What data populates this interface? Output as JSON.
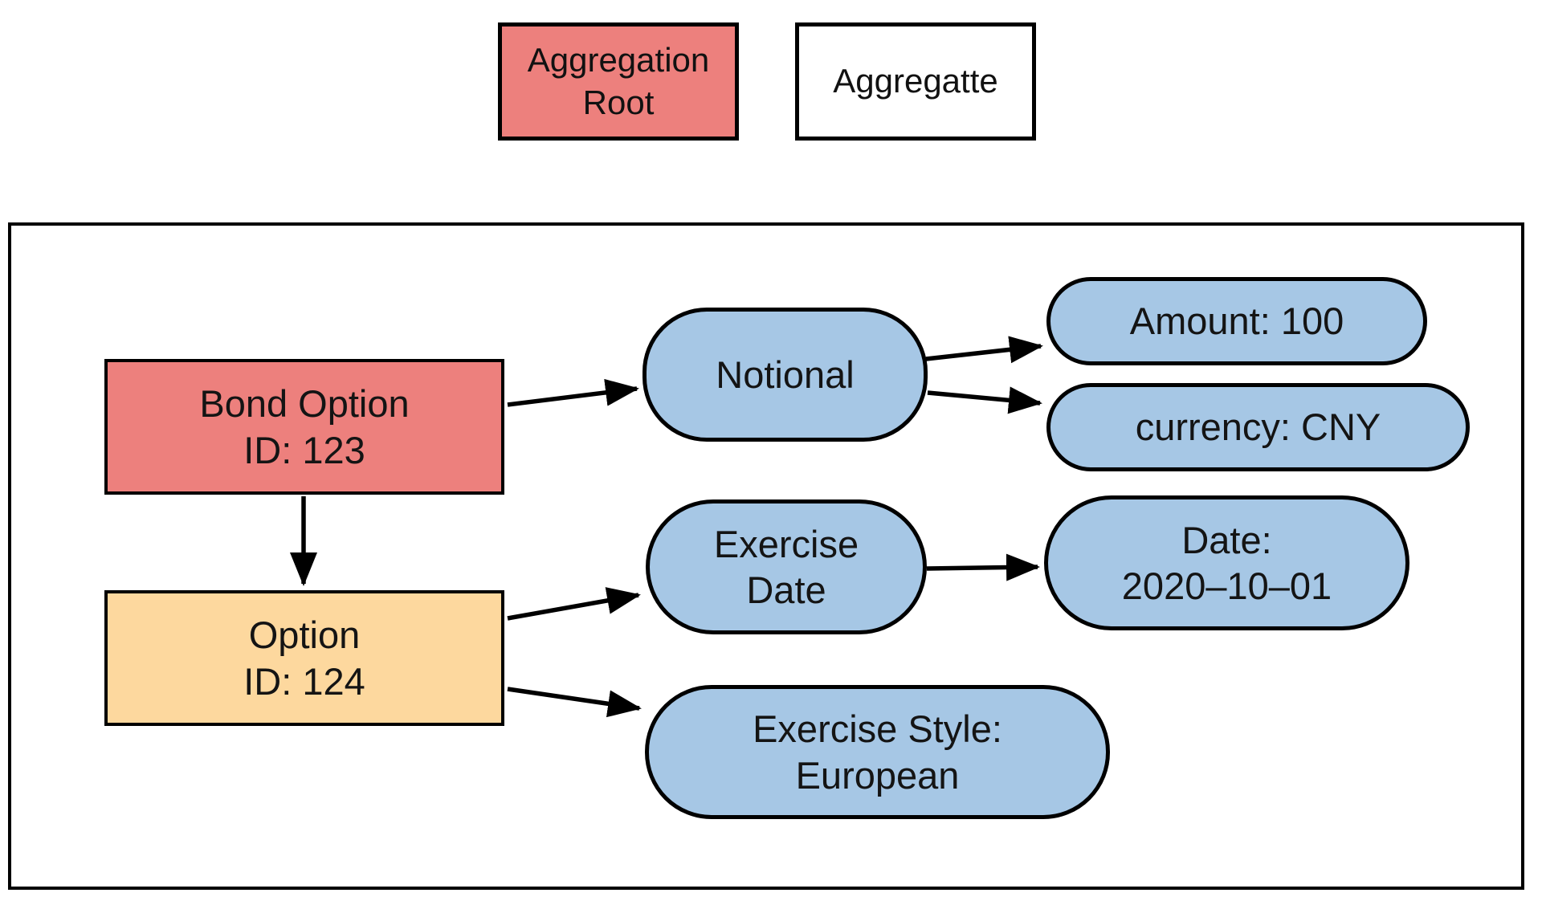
{
  "legend": {
    "root": {
      "line1": "Aggregation",
      "line2": "Root"
    },
    "aggregate": {
      "label": "Aggregatte"
    }
  },
  "nodes": {
    "bond_option": {
      "line1": "Bond Option",
      "line2": "ID: 123"
    },
    "option": {
      "line1": "Option",
      "line2": "ID: 124"
    },
    "notional": {
      "line1": "Notional"
    },
    "amount": {
      "line1": "Amount: 100"
    },
    "currency": {
      "line1": "currency: CNY"
    },
    "exercise_date": {
      "line1": "Exercise",
      "line2": "Date"
    },
    "date": {
      "line1": "Date:",
      "line2": "2020–10–01"
    },
    "exercise_style": {
      "line1": "Exercise Style:",
      "line2": "European"
    }
  },
  "arrows": [
    {
      "from": "bond-option",
      "to": "notional"
    },
    {
      "from": "notional",
      "to": "amount"
    },
    {
      "from": "notional",
      "to": "currency"
    },
    {
      "from": "bond-option",
      "to": "option"
    },
    {
      "from": "option",
      "to": "exercise-date"
    },
    {
      "from": "option",
      "to": "exercise-style"
    },
    {
      "from": "exercise-date",
      "to": "date"
    }
  ],
  "colors": {
    "aggregation_root_fill": "#ED807D",
    "entity_fill": "#FDD89E",
    "value_fill": "#A6C7E5",
    "legend_aggregate_fill": "#FFFFFF",
    "stroke": "#000000"
  }
}
